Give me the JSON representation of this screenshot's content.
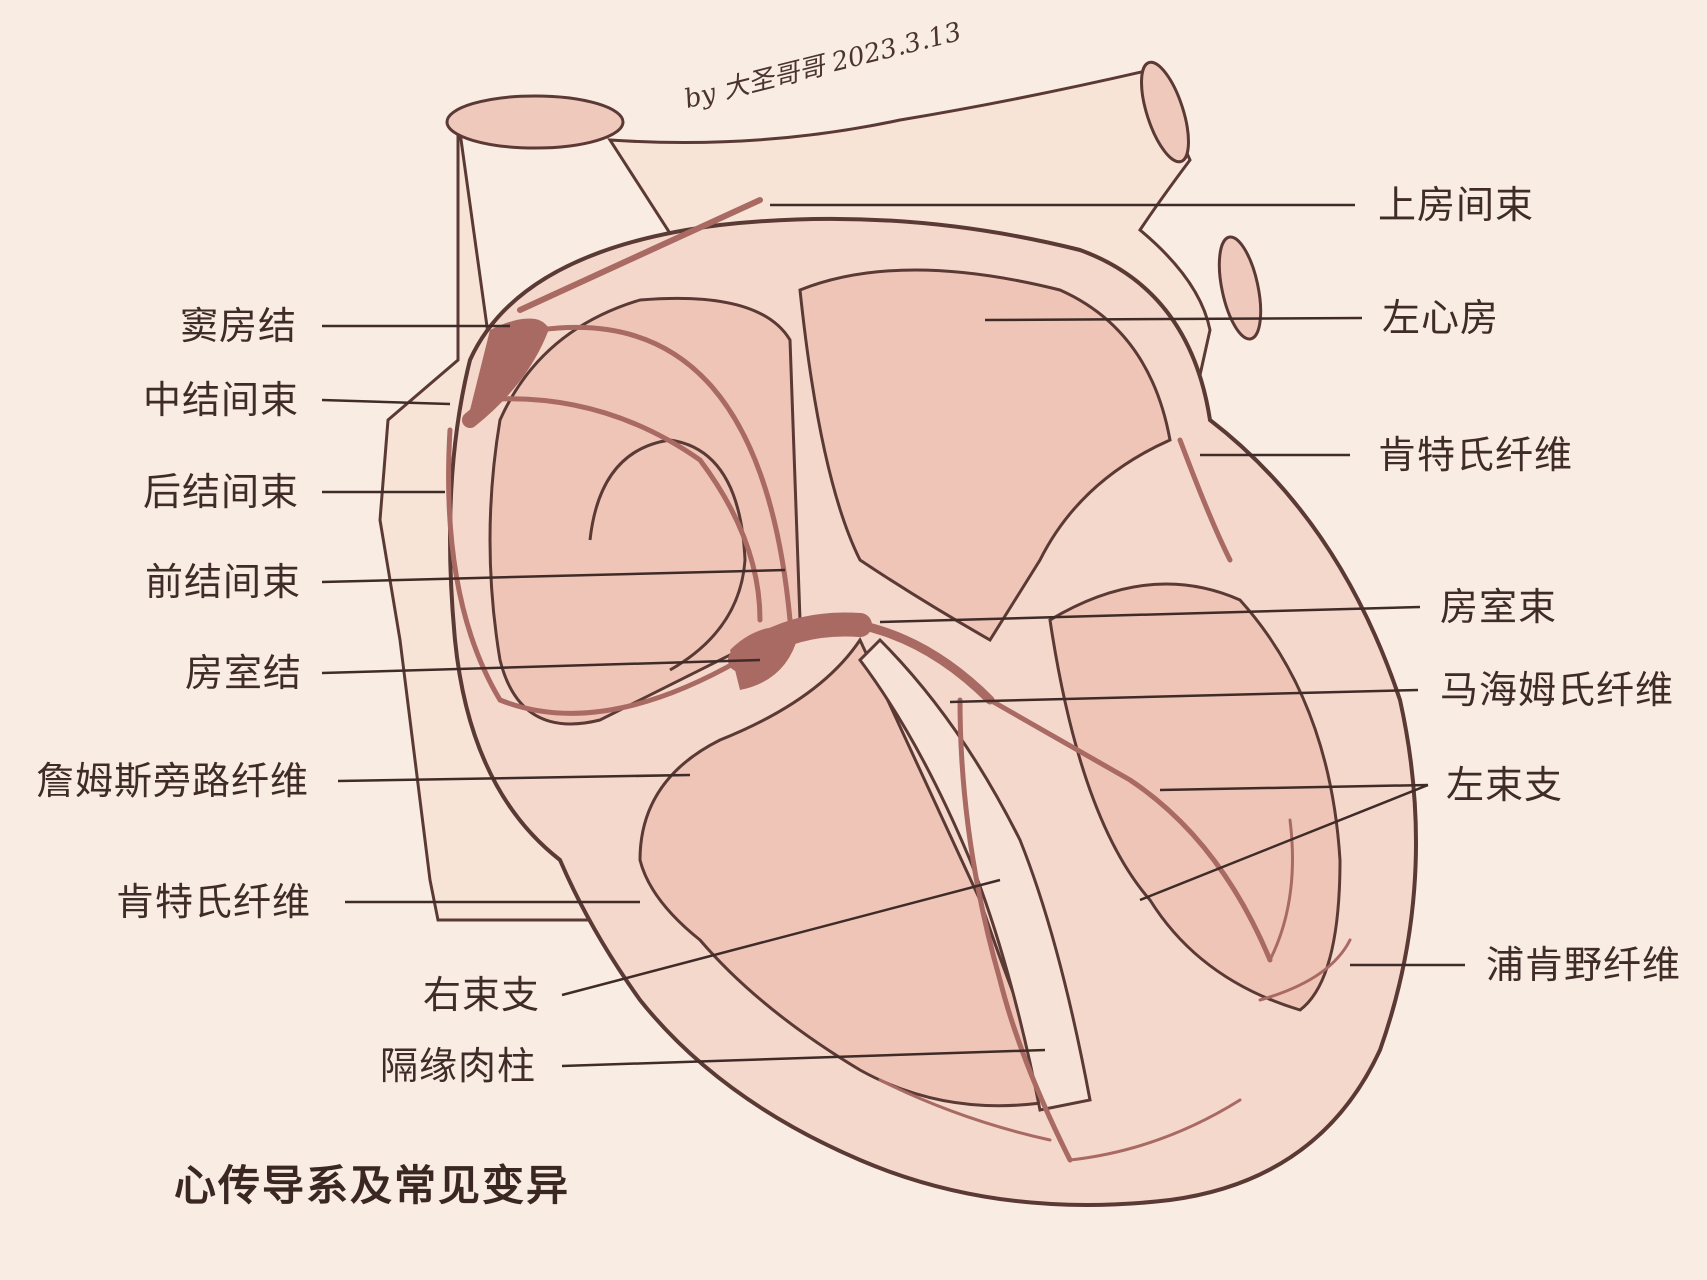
{
  "title": "心传导系及常见变异",
  "signature": "by 大圣哥哥 2023.3.13",
  "colors": {
    "background": "#f9ede3",
    "vessel_fill": "#f7e4d6",
    "vessel_lumen": "#efc9bc",
    "heart_wall": "#f5d8cc",
    "chamber": "#efc5b8",
    "conduction": "#a86a63",
    "outline": "#5b3935",
    "leader": "#3f2b27"
  },
  "labels": {
    "shangfangjianshu": "上房间束",
    "zuoxinfang": "左心房",
    "kente_upper": "肯特氏纤维",
    "fangshishu": "房室束",
    "mahaimu": "马海姆氏纤维",
    "zuoshuzhi": "左束支",
    "pukenye": "浦肯野纤维",
    "doufangjie": "窦房结",
    "zhongjiejianshu": "中结间束",
    "houjiejianshu": "后结间束",
    "qianjiejianshu": "前结间束",
    "fangshijie": "房室结",
    "zhanmusi": "詹姆斯旁路纤维",
    "kente_lower": "肯特氏纤维",
    "youshuzhi": "右束支",
    "geyuanrouzhu": "隔缘肉柱"
  }
}
